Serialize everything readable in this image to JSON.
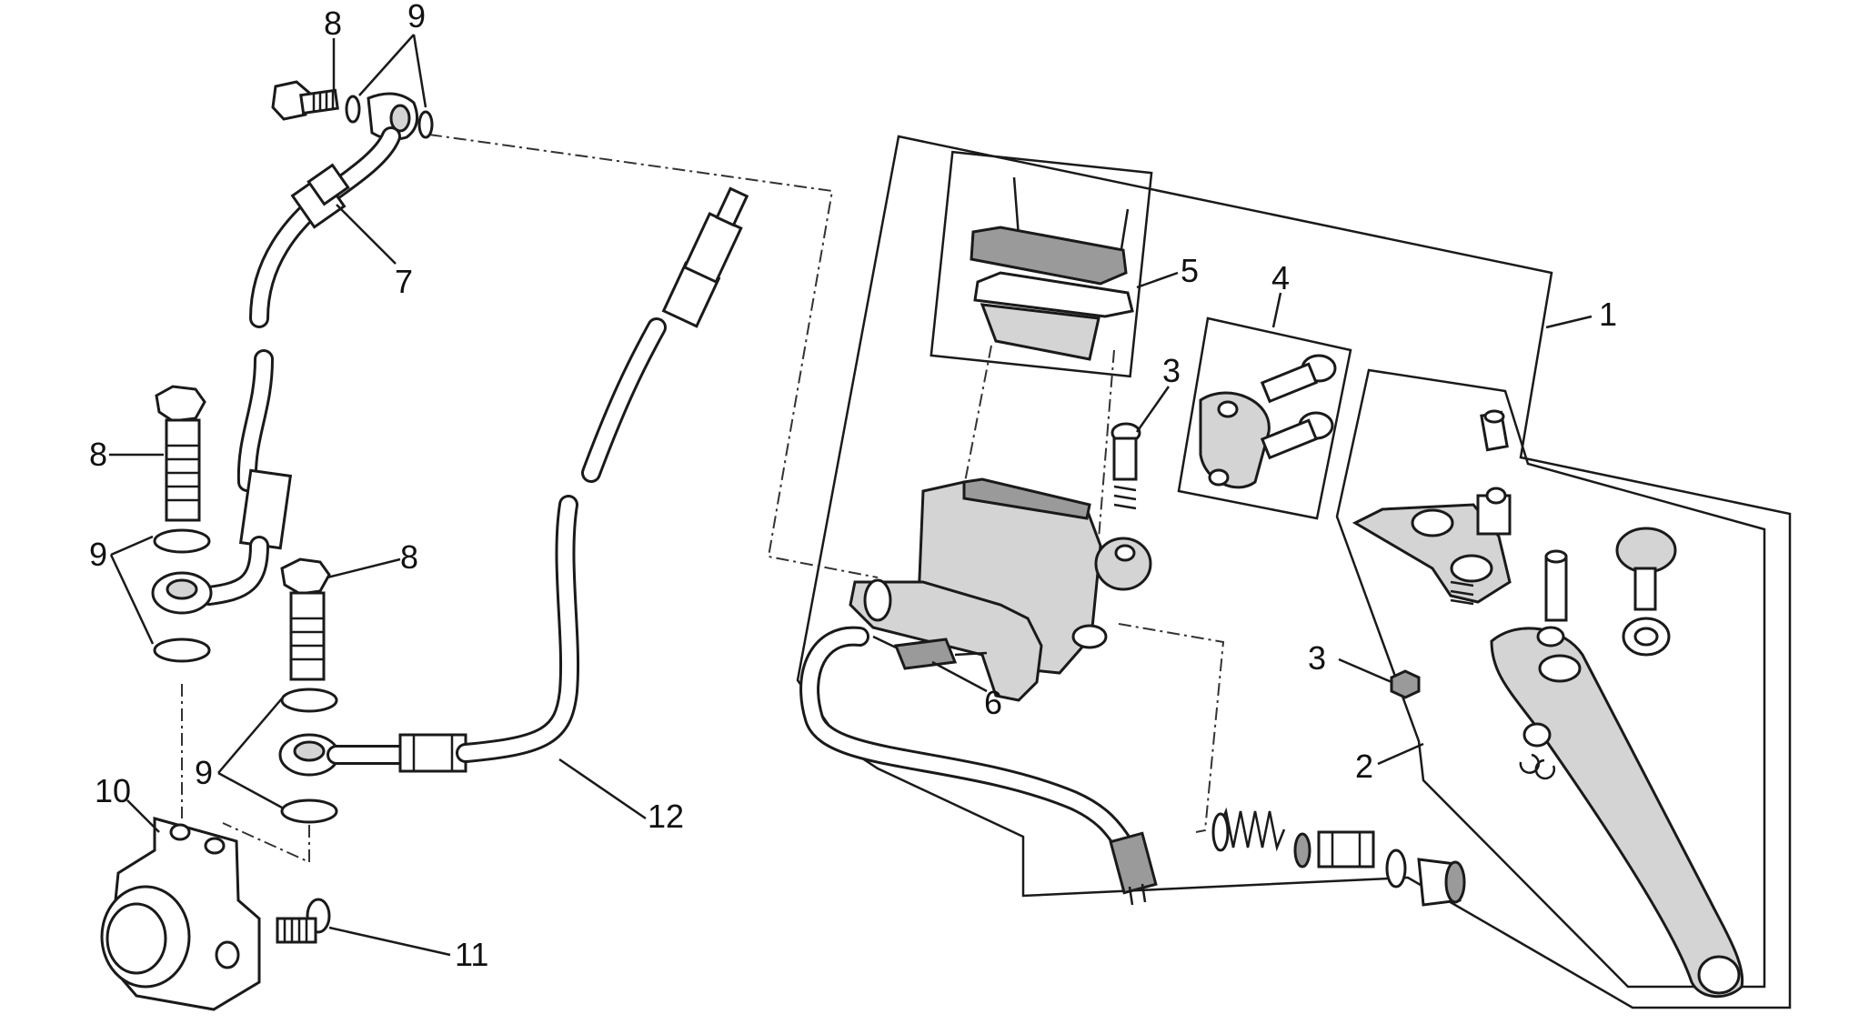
{
  "diagram": {
    "callouts": [
      {
        "id": "c8a",
        "text": "8"
      },
      {
        "id": "c9a",
        "text": "9"
      },
      {
        "id": "c7",
        "text": "7"
      },
      {
        "id": "c8b",
        "text": "8"
      },
      {
        "id": "c9b",
        "text": "9"
      },
      {
        "id": "c8c",
        "text": "8"
      },
      {
        "id": "c9c",
        "text": "9"
      },
      {
        "id": "c10",
        "text": "10"
      },
      {
        "id": "c11",
        "text": "11"
      },
      {
        "id": "c12",
        "text": "12"
      },
      {
        "id": "c5",
        "text": "5"
      },
      {
        "id": "c4",
        "text": "4"
      },
      {
        "id": "c3a",
        "text": "3"
      },
      {
        "id": "c1",
        "text": "1"
      },
      {
        "id": "c6",
        "text": "6"
      },
      {
        "id": "c3b",
        "text": "3"
      },
      {
        "id": "c2",
        "text": "2"
      }
    ],
    "colors": {
      "line": "#1a1a1a",
      "part_fill": "#ffffff",
      "part_shade": "#d4d4d4",
      "dark_shade": "#9a9a9a"
    }
  }
}
